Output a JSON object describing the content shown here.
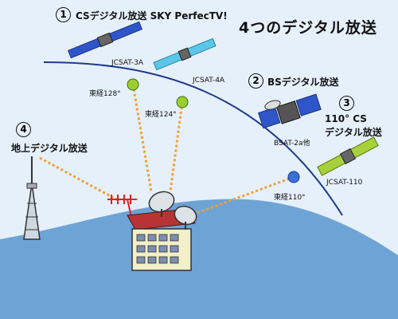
{
  "title": "4つのデジタル放送",
  "sections": {
    "cs": {
      "number": "1",
      "label": "CSデジタル放送 SKY PerfecTV!"
    },
    "bs": {
      "number": "2",
      "label": "BSデジタル放送"
    },
    "cs110": {
      "number": "3",
      "line1": "110° CS",
      "line2": "デジタル放送"
    },
    "terrestrial": {
      "number": "4",
      "label": "地上デジタル放送"
    }
  },
  "satellites": {
    "jcsat3a": "JCSAT-3A",
    "jcsat4a": "JCSAT-4A",
    "bsat": "BSAT-2a他",
    "jcsat110": "JCSAT-110"
  },
  "orbit_positions": {
    "p128": "東経128°",
    "p124": "東経124°",
    "p110": "東経110°"
  },
  "colors": {
    "background": "#e6f0fb",
    "ground": "#6ea3d6",
    "orbit_line": "#1f3a8a",
    "node_green": "#9ccf2e",
    "node_blue": "#3a6fd8",
    "signal": "#f0a030",
    "satellite_cyan": "#5cc6e8",
    "satellite_blue": "#2f56c9",
    "satellite_green": "#a7d13a",
    "building": "#f3efc8",
    "antenna_red": "#e02020"
  },
  "icons": [
    "satellite-icon",
    "broadcast-tower-icon",
    "building-icon",
    "dish-antenna-icon",
    "aerial-antenna-icon"
  ]
}
